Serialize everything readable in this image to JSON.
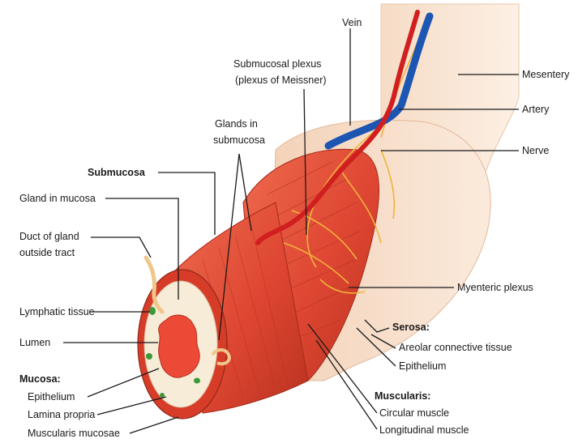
{
  "diagram": {
    "labels": {
      "vein": "Vein",
      "submucosal_plexus": [
        "Submucosal plexus",
        "(plexus of Meissner)"
      ],
      "mesentery": "Mesentery",
      "artery": "Artery",
      "nerve": "Nerve",
      "glands_in_submucosa": [
        "Glands in",
        "submucosa"
      ],
      "submucosa": "Submucosa",
      "gland_in_mucosa": "Gland in mucosa",
      "duct_of_gland": [
        "Duct of gland",
        "outside tract"
      ],
      "myenteric_plexus": "Myenteric plexus",
      "lymphatic_tissue": "Lymphatic tissue",
      "lumen": "Lumen",
      "serosa": "Serosa:",
      "areolar_connective_tissue": "Areolar connective tissue",
      "serosa_epithelium": "Epithelium",
      "mucosa": "Mucosa:",
      "mucosa_epithelium": "Epithelium",
      "lamina_propria": "Lamina propria",
      "muscularis_mucosae": "Muscularis mucosae",
      "muscularis": "Muscularis:",
      "circular_muscle": "Circular muscle",
      "longitudinal_muscle": "Longitudinal muscle"
    },
    "colors": {
      "muscle": "#e24a35",
      "muscle_dark": "#b8321f",
      "serosa": "#f6dcc6",
      "mucosa_ring": "#f7ecd8",
      "nerve": "#f0b33a",
      "artery": "#d11f1f",
      "vein": "#1d55b3",
      "lymph": "#3a9a3a"
    }
  }
}
